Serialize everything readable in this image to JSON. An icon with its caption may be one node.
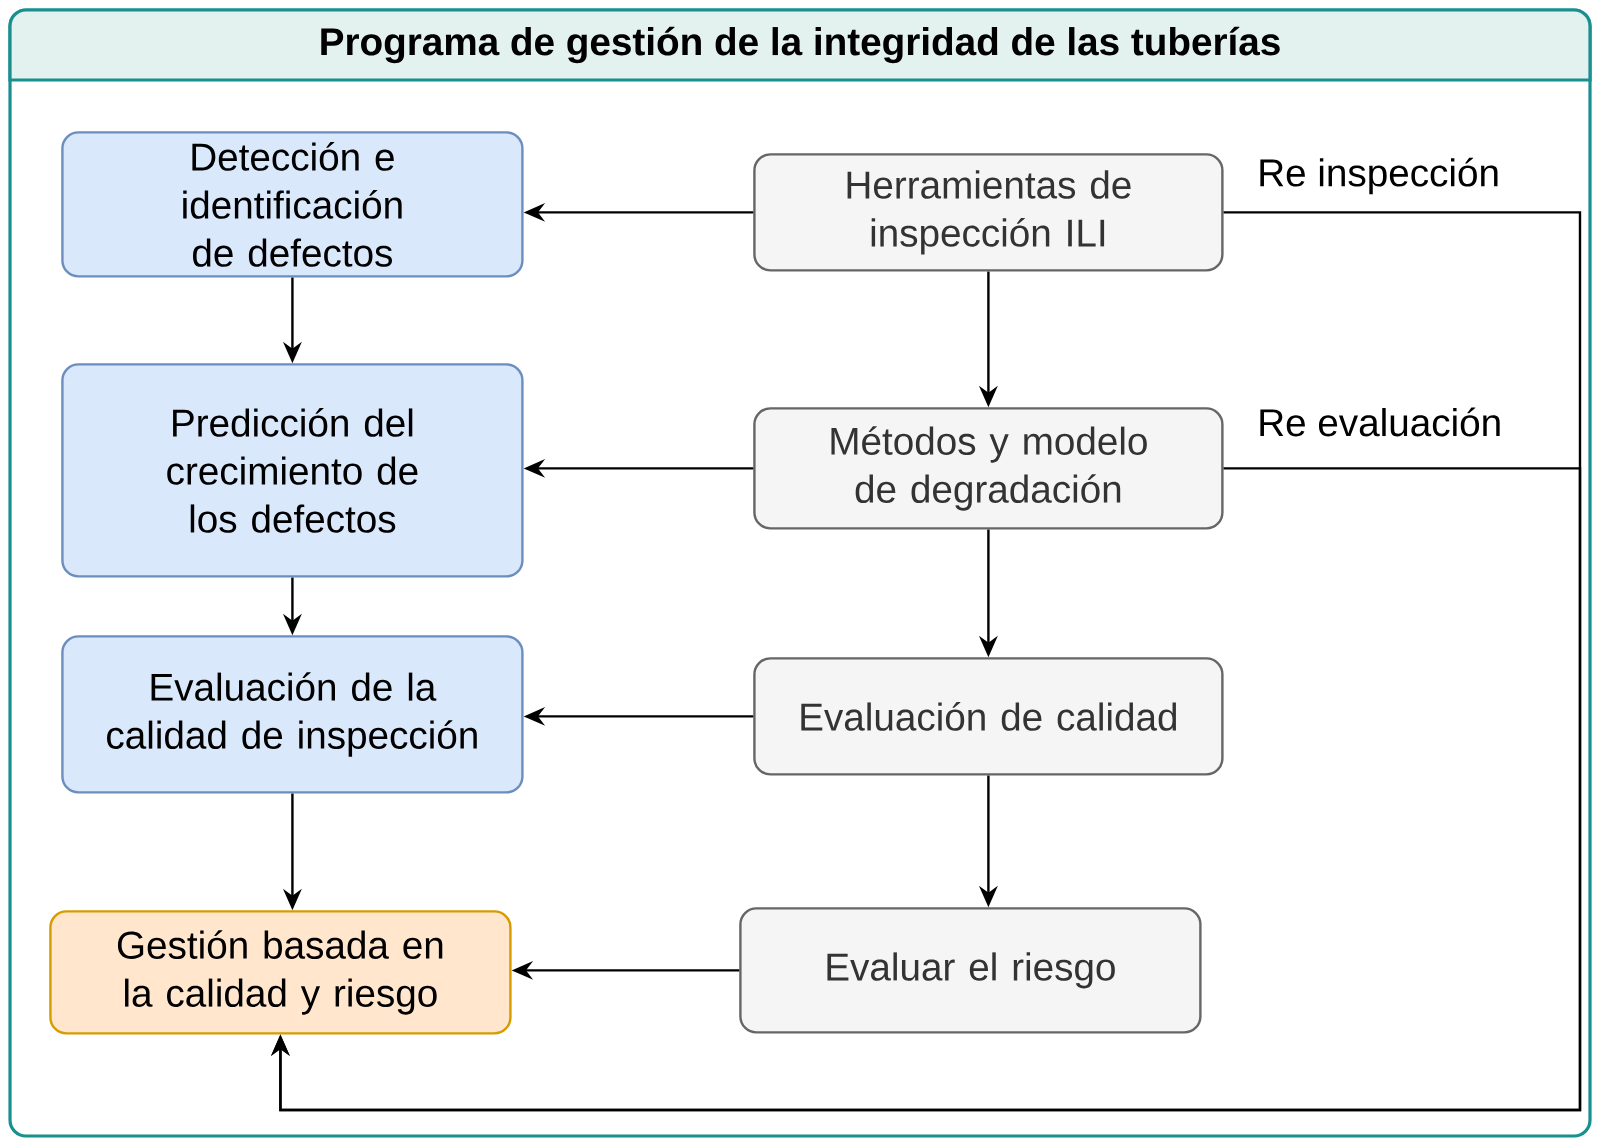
{
  "diagram": {
    "nodes": [
      {
        "text": [
          "Programa de gestión de la integridad de las tuberías"
        ]
      },
      {
        "text": [
          "Detección e identificación de defectos"
        ],
        "in": 0
      },
      {
        "text": [
          "Herramientas de inspección ILI"
        ],
        "in": 0
      },
      {
        "text": [
          "Predicción del crecimiento de los defectos"
        ],
        "in": 0
      },
      {
        "text": [
          "Métodos y modelo de degradación"
        ],
        "in": 0
      },
      {
        "text": [
          "Evaluación de la calidad de inspección"
        ],
        "in": 0
      },
      {
        "text": [
          "Evaluación de calidad"
        ],
        "in": 0
      },
      {
        "text": [
          "Gestión basada en la calidad y riesgo"
        ],
        "in": 0
      },
      {
        "text": [
          "Evaluar el riesgo"
        ],
        "in": 0
      }
    ],
    "edges": [
      {
        "from": 2,
        "to": 1,
        "arrow": "to"
      },
      {
        "from": 1,
        "to": 3,
        "arrow": "to"
      },
      {
        "from": 2,
        "to": 4,
        "arrow": "to"
      },
      {
        "from": 4,
        "to": 3,
        "arrow": "to"
      },
      {
        "from": 3,
        "to": 5,
        "arrow": "to"
      },
      {
        "from": 4,
        "to": 6,
        "arrow": "to"
      },
      {
        "from": 6,
        "to": 5,
        "arrow": "to"
      },
      {
        "from": 5,
        "to": 7,
        "arrow": "to"
      },
      {
        "from": 6,
        "to": 8,
        "arrow": "to"
      },
      {
        "from": 8,
        "to": 7,
        "arrow": "to"
      },
      {
        "from": 2,
        "to": 7,
        "arrow": "to",
        "label": "Re inspección"
      },
      {
        "from": 4,
        "to": 7,
        "arrow": "to",
        "label": "Re evaluación"
      }
    ]
  }
}
